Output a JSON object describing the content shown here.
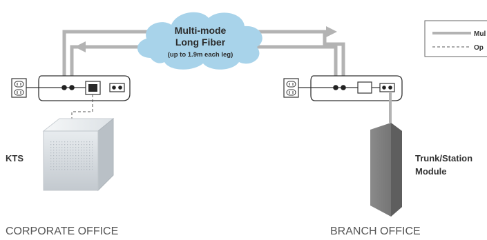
{
  "cloud": {
    "line1": "Multi-mode",
    "line2": "Long Fiber",
    "line3": "(up to 1.9m each leg)"
  },
  "legend": {
    "item1": "Mul",
    "item2": "Op"
  },
  "devices": {
    "kts_label": "KTS",
    "trunk_label_line1": "Trunk/Station",
    "trunk_label_line2": "Module"
  },
  "locations": {
    "left": "CORPORATE OFFICE",
    "right": "BRANCH OFFICE"
  },
  "colors": {
    "fiber": "#b3b3b3",
    "cloud": "#a8d3ea",
    "outline": "#333333",
    "label": "#555555"
  }
}
